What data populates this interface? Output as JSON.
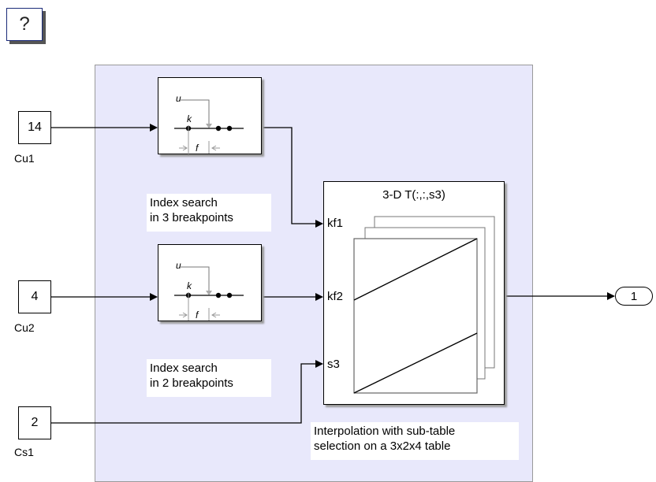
{
  "help": {
    "label": "?"
  },
  "constants": [
    {
      "value": "14",
      "name": "Cu1"
    },
    {
      "value": "4",
      "name": "Cu2"
    },
    {
      "value": "2",
      "name": "Cs1"
    }
  ],
  "prelookup_icon": {
    "u": "u",
    "k": "k",
    "f": "f"
  },
  "notes": {
    "prelookup1": [
      "Index search",
      "in 3  breakpoints"
    ],
    "prelookup2": [
      "Index search",
      "in 2  breakpoints"
    ],
    "interp": [
      "Interpolation with sub-table",
      "selection on a 3x2x4 table"
    ]
  },
  "interp_block": {
    "title": "3-D T(:,:,s3)",
    "ports": [
      "kf1",
      "kf2",
      "s3"
    ]
  },
  "outport": {
    "label": "1"
  },
  "colors": {
    "subsystem_bg": "#e8e8fb",
    "help_border": "#1a2a78"
  }
}
